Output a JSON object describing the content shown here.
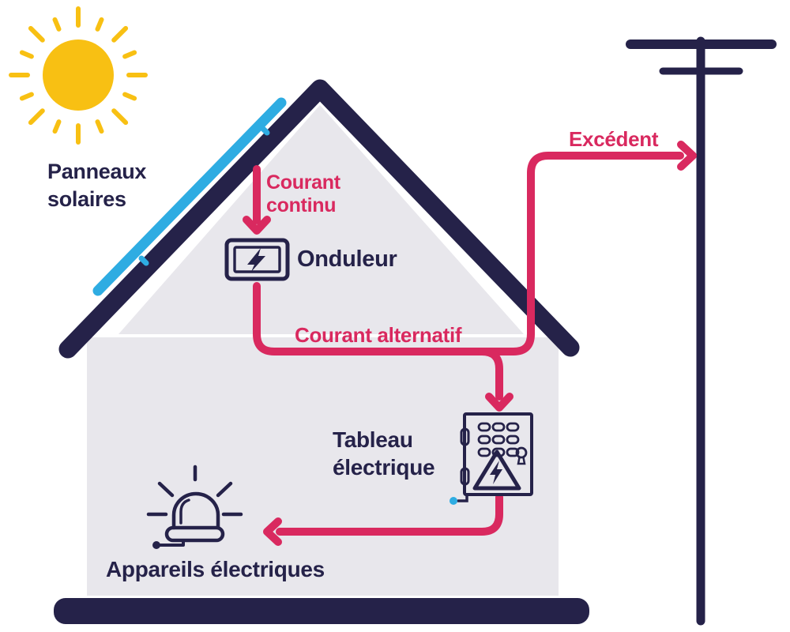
{
  "diagram": {
    "type": "solar-energy-flow",
    "language": "fr"
  },
  "labels": {
    "solar_panels": "Panneaux\nsolaires",
    "dc_current": "Courant\ncontinu",
    "inverter": "Onduleur",
    "ac_current": "Courant alternatif",
    "surplus": "Excédent",
    "electrical_panel": "Tableau\nélectrique",
    "appliances": "Appareils électriques"
  },
  "icons": {
    "sun": "sun-icon",
    "solar_panel_strip": "solar-panel-icon",
    "house": "house-shape",
    "inverter": "inverter-battery-bolt-icon",
    "electrical_panel": "fuse-box-icon",
    "appliances": "siren-lamp-icon",
    "utility_pole": "power-pole-icon",
    "flow_arrows": "pink-flow-arrows"
  },
  "colors": {
    "navy": "#252249",
    "pink": "#D9295F",
    "sky_blue": "#2EACE2",
    "sun_yellow": "#F8C013",
    "house_gray": "#E8E7EC",
    "background": "#FFFFFF"
  }
}
